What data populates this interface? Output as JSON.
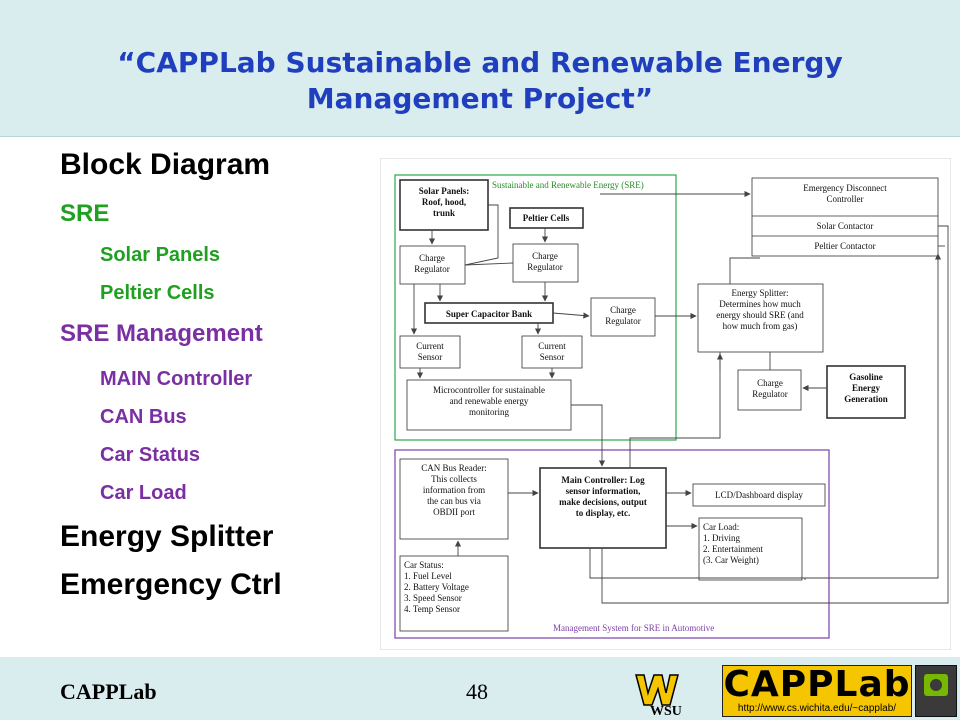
{
  "slide": {
    "title": "“CAPPLab Sustainable and Renewable Energy Management Project”",
    "bullets": [
      {
        "level": 1,
        "text": "Block Diagram",
        "color": "#000000"
      },
      {
        "level": 2,
        "text": "SRE",
        "color": "#20a020"
      },
      {
        "level": 3,
        "text": "Solar Panels",
        "color": "#20a020"
      },
      {
        "level": 3,
        "text": "Peltier Cells",
        "color": "#20a020"
      },
      {
        "level": 2,
        "text": "SRE Management",
        "color": "#7a2fa3"
      },
      {
        "level": 3,
        "text": "MAIN Controller",
        "color": "#7a2fa3"
      },
      {
        "level": 3,
        "text": "CAN Bus",
        "color": "#7a2fa3"
      },
      {
        "level": 3,
        "text": "Car Status",
        "color": "#7a2fa3"
      },
      {
        "level": 3,
        "text": "Car Load",
        "color": "#7a2fa3"
      },
      {
        "level": 1,
        "text": "Energy Splitter",
        "color": "#000000"
      },
      {
        "level": 1,
        "text": "Emergency Ctrl",
        "color": "#000000"
      }
    ]
  },
  "footer": {
    "brand": "CAPPLab",
    "slide_number": "48",
    "wsu_logo": "WSU",
    "capplab_logo": "CAPPLab",
    "capplab_url": "http://www.cs.wichita.edu/~capplab/"
  },
  "diagram": {
    "sre_label": "Sustainable and Renewable Energy (SRE)",
    "mgmt_label": "Management System for SRE in Automotive",
    "solar_panels": [
      "Solar Panels:",
      "Roof, hood,",
      "trunk"
    ],
    "peltier": "Peltier Cells",
    "charge_reg_1": [
      "Charge",
      "Regulator"
    ],
    "charge_reg_2": [
      "Charge",
      "Regulator"
    ],
    "supercap": "Super Capacitor Bank",
    "charge_reg_3": [
      "Charge",
      "Regulator"
    ],
    "current_1": [
      "Current",
      "Sensor"
    ],
    "current_2": [
      "Current",
      "Sensor"
    ],
    "micro": [
      "Microcontroller for sustainable",
      "and renewable energy",
      "monitoring"
    ],
    "emergency": [
      "Emergency Disconnect",
      "Controller"
    ],
    "solar_contactor": "Solar Contactor",
    "peltier_contactor": "Peltier Contactor",
    "splitter": [
      "Energy Splitter:",
      "Determines how much",
      "energy should SRE (and",
      "how much from gas)"
    ],
    "charge_reg_4": [
      "Charge",
      "Regulator"
    ],
    "gasoline": [
      "Gasoline",
      "Energy",
      "Generation"
    ],
    "can_reader": [
      "CAN Bus Reader:",
      "This collects",
      "information from",
      "the can bus via",
      "OBDII port"
    ],
    "main_ctrl": [
      "Main Controller: Log",
      "sensor information,",
      "make decisions, output",
      "to display, etc."
    ],
    "lcd": "LCD/Dashboard display",
    "car_load": [
      "Car Load:",
      "1. Driving",
      "2. Entertainment",
      "(3. Car Weight)"
    ],
    "car_status": [
      "Car Status:",
      "1. Fuel Level",
      "2. Battery Voltage",
      "3. Speed Sensor",
      "4. Temp Sensor"
    ]
  }
}
